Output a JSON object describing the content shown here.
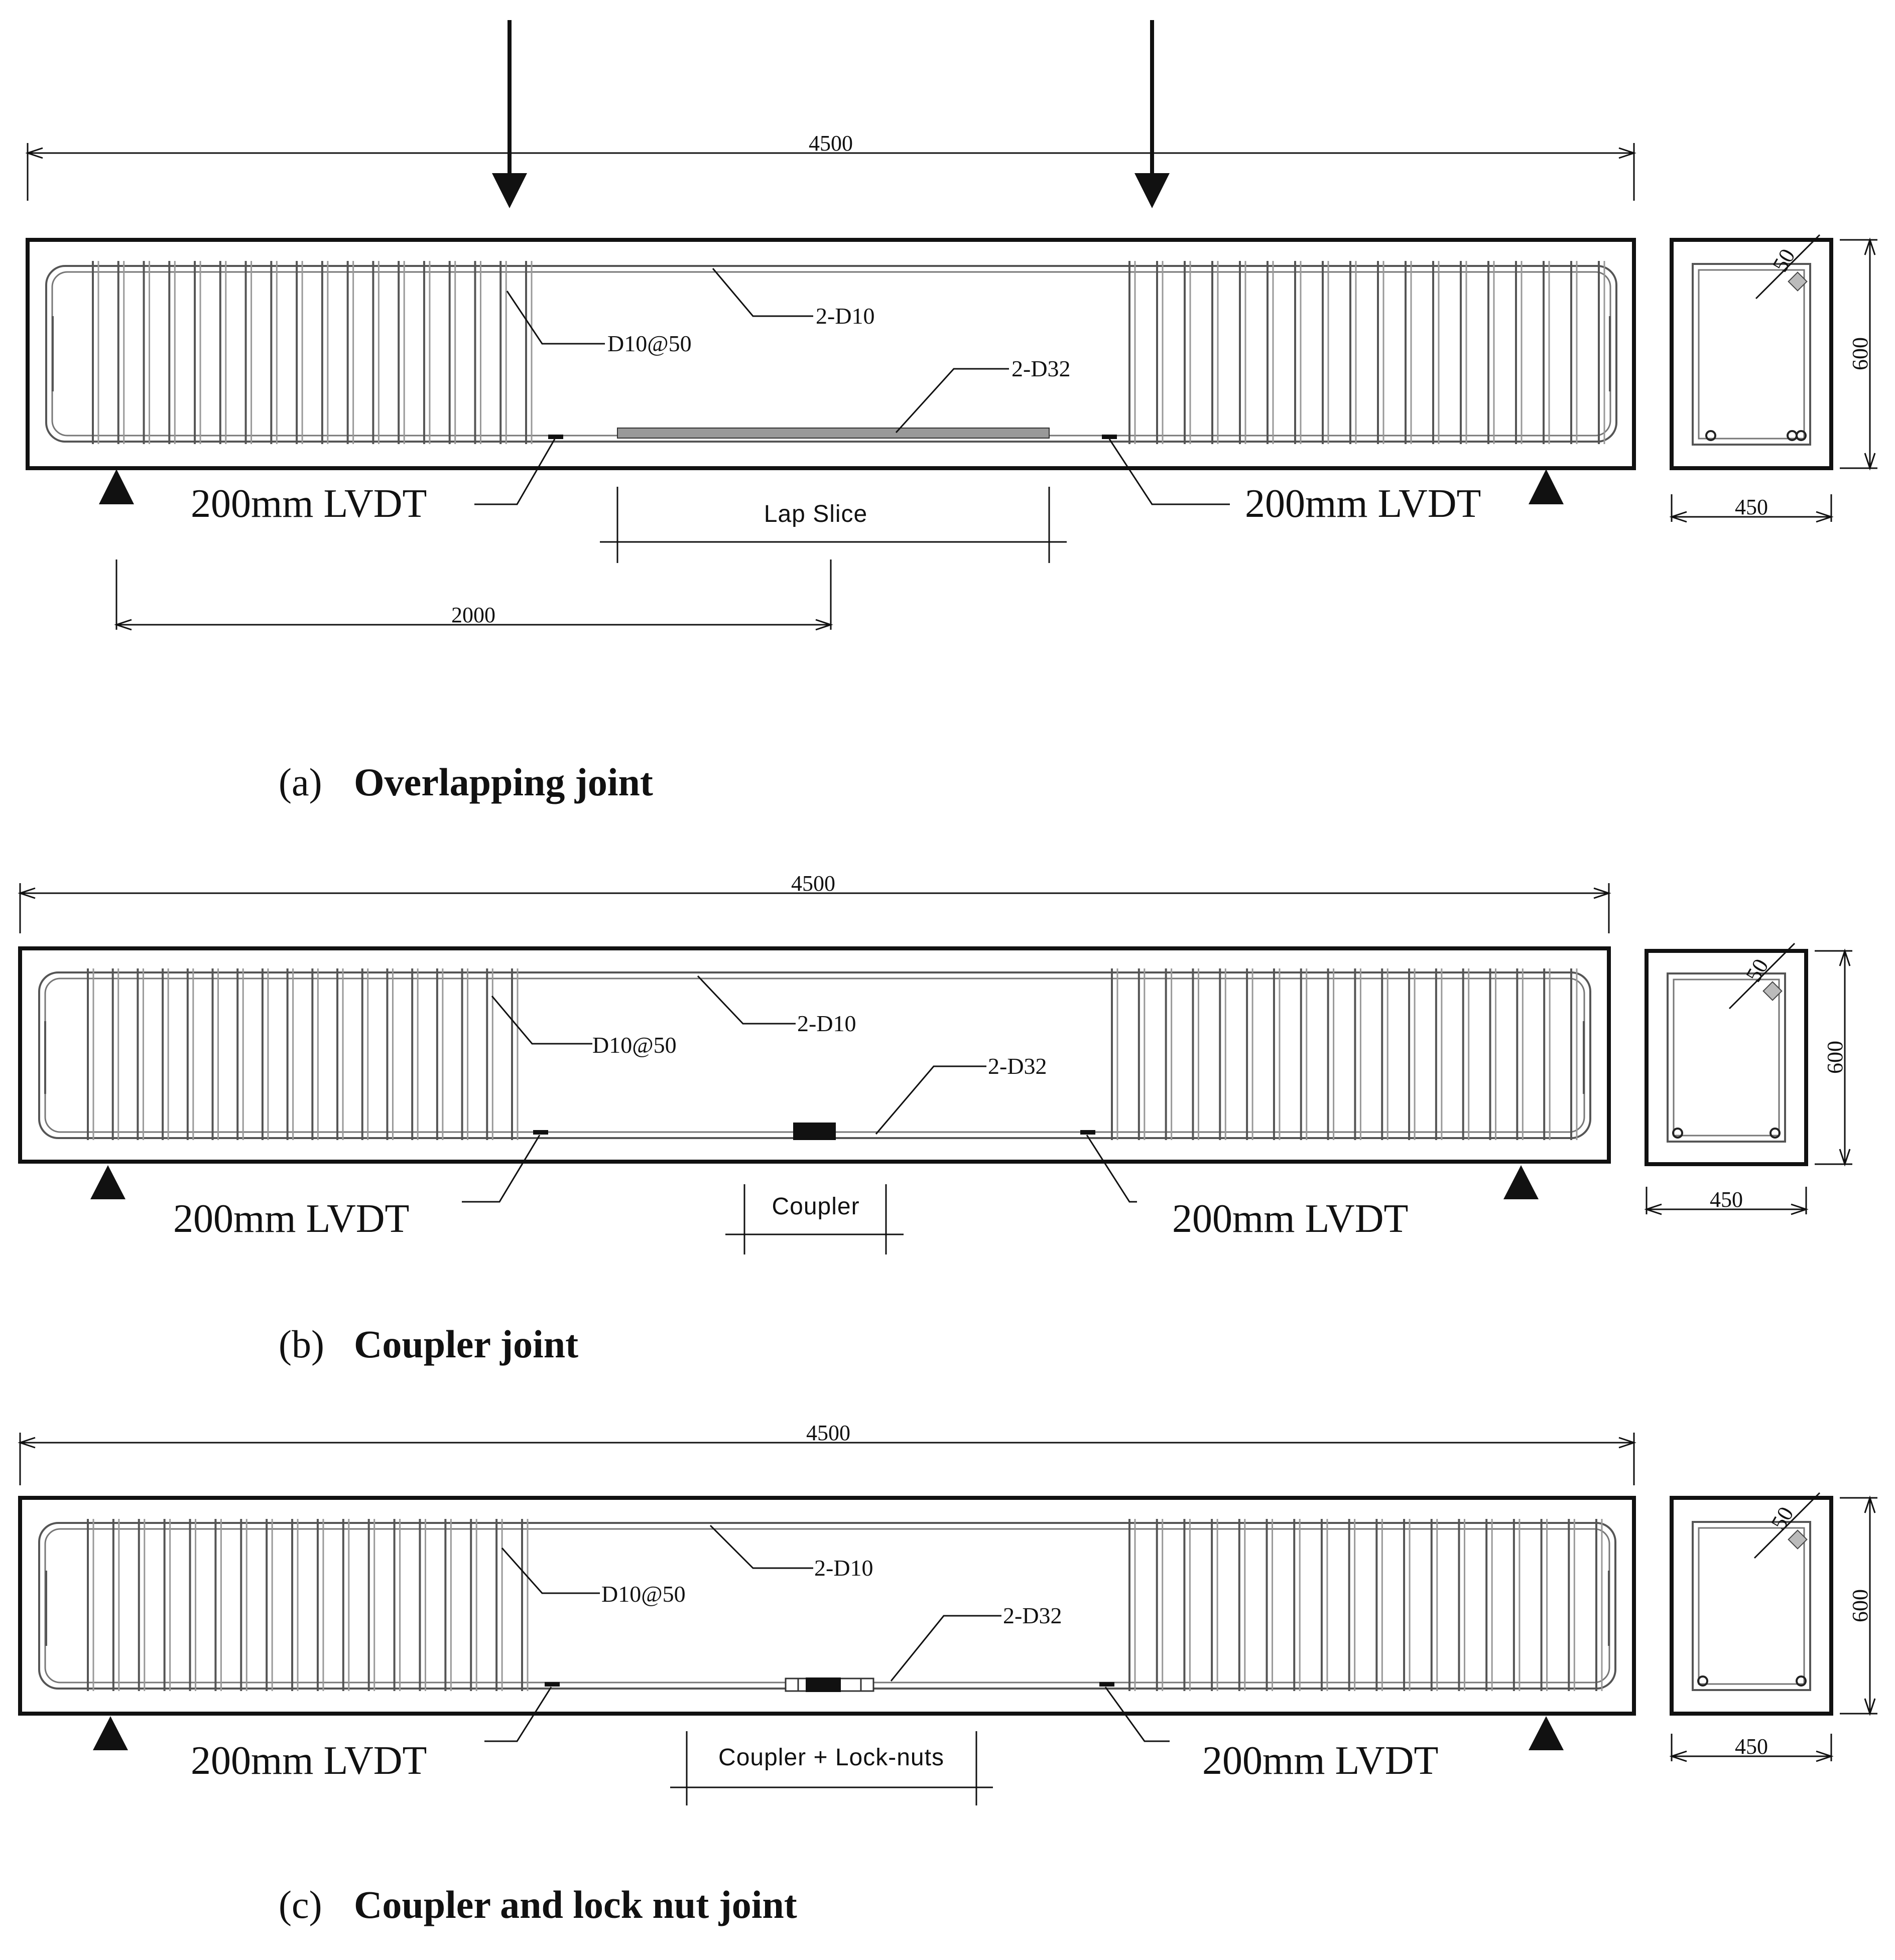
{
  "colors": {
    "ink": "#111111",
    "paper": "#ffffff",
    "grey": "#888888"
  },
  "panels": [
    {
      "id": "a",
      "caption_label": "(a)",
      "caption_title": "Overlapping joint",
      "length_dim": "4500",
      "stirrup_note": "D10@50",
      "top_bar_note": "2-D10",
      "bottom_bar_note": "2-D32",
      "lvdt_left": "200mm LVDT",
      "lvdt_right": "200mm LVDT",
      "joint_label": "Lap Slice",
      "shear_span_dim": "2000",
      "section_width": "450",
      "section_height": "600",
      "cover": "50",
      "icons": [
        "load-arrow-icon",
        "support-triangle-icon"
      ]
    },
    {
      "id": "b",
      "caption_label": "(b)",
      "caption_title": "Coupler joint",
      "length_dim": "4500",
      "stirrup_note": "D10@50",
      "top_bar_note": "2-D10",
      "bottom_bar_note": "2-D32",
      "lvdt_left": "200mm LVDT",
      "lvdt_right": "200mm LVDT",
      "joint_label": "Coupler",
      "section_width": "450",
      "section_height": "600",
      "cover": "50",
      "icons": [
        "support-triangle-icon"
      ]
    },
    {
      "id": "c",
      "caption_label": "(c)",
      "caption_title": "Coupler and lock nut joint",
      "length_dim": "4500",
      "stirrup_note": "D10@50",
      "top_bar_note": "2-D10",
      "bottom_bar_note": "2-D32",
      "lvdt_left": "200mm LVDT",
      "lvdt_right": "200mm LVDT",
      "joint_label": "Coupler + Lock-nuts",
      "section_width": "450",
      "section_height": "600",
      "cover": "50",
      "icons": [
        "support-triangle-icon"
      ]
    }
  ]
}
